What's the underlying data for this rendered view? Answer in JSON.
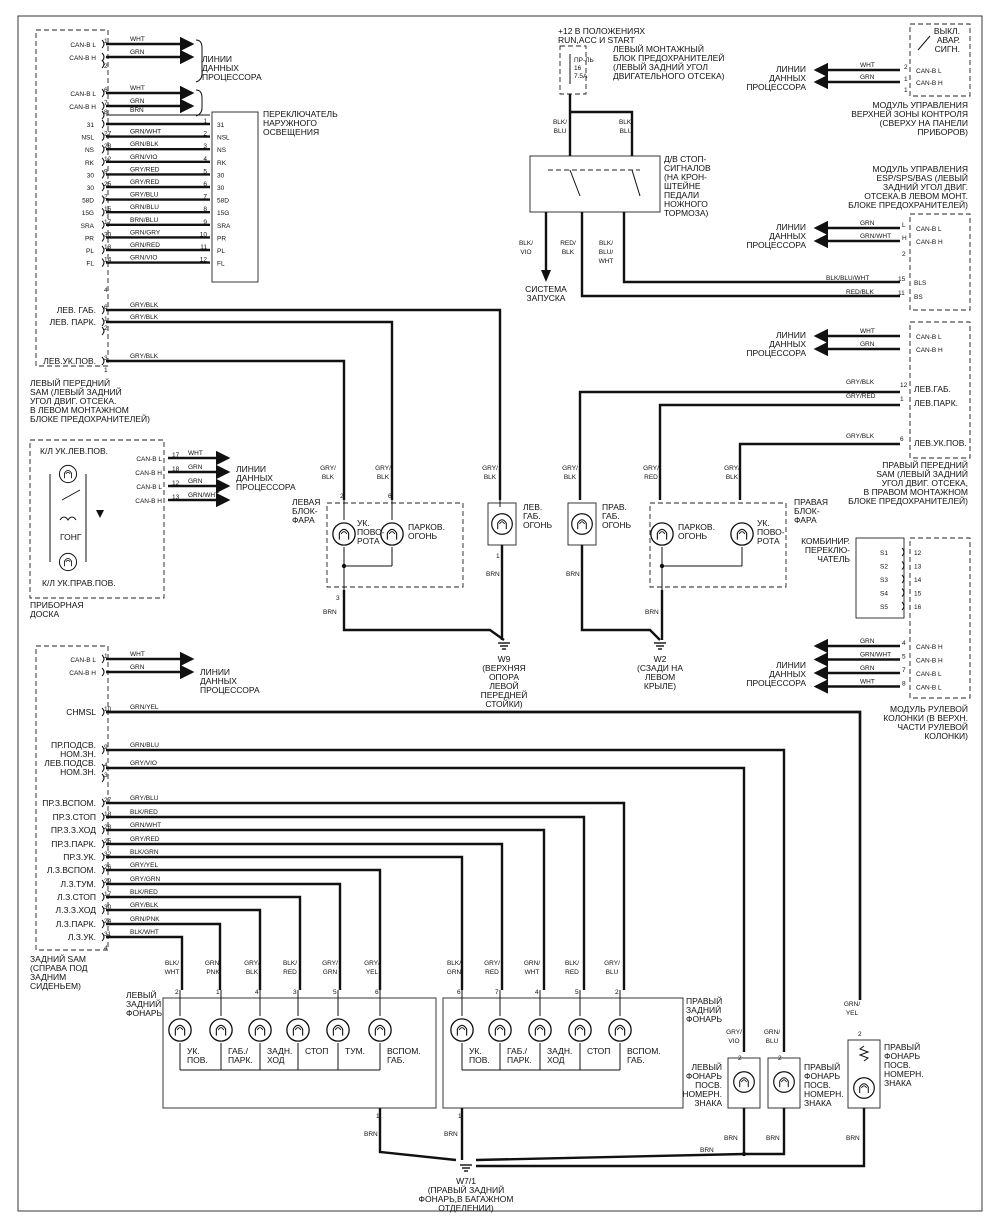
{
  "sam_front_left": {
    "can_rows": [
      {
        "label": "CAN-B L",
        "pin": "1",
        "wire": "WHT"
      },
      {
        "label": "CAN-B H",
        "pin": "",
        "wire": "GRN"
      },
      {
        "label": "",
        "pin": "2",
        "wire": ""
      },
      {
        "label": "CAN-B L",
        "pin": "6",
        "wire": "WHT"
      },
      {
        "label": "CAN-B H",
        "pin": "7",
        "wire": "GRN"
      },
      {
        "label": "",
        "pin": "8",
        "wire": "BRN"
      }
    ],
    "data_lines": "ЛИНИИ\nДАННЫХ\nПРОЦЕССОРА",
    "switch_rows": [
      {
        "label": "31",
        "lpin": "",
        "wire": "",
        "rpin": "1",
        "rlabel": "31"
      },
      {
        "label": "NSL",
        "lpin": "27",
        "wire": "GRN/WHT",
        "rpin": "2",
        "rlabel": "NSL"
      },
      {
        "label": "NS",
        "lpin": "28",
        "wire": "GRN/BLK",
        "rpin": "3",
        "rlabel": "NS"
      },
      {
        "label": "RK",
        "lpin": "12",
        "wire": "GRN/VIO",
        "rpin": "4",
        "rlabel": "RK"
      },
      {
        "label": "30",
        "lpin": "9",
        "wire": "GRY/RED",
        "rpin": "5",
        "rlabel": "30"
      },
      {
        "label": "30",
        "lpin": "25",
        "wire": "GRY/RED",
        "rpin": "6",
        "rlabel": "30"
      },
      {
        "label": "58D",
        "lpin": "2",
        "wire": "GRY/BLU",
        "rpin": "7",
        "rlabel": "58D"
      },
      {
        "label": "15G",
        "lpin": "15",
        "wire": "GRN/BLU",
        "rpin": "8",
        "rlabel": "15G"
      },
      {
        "label": "SRA",
        "lpin": "17",
        "wire": "BRN/BLU",
        "rpin": "9",
        "rlabel": "SRA"
      },
      {
        "label": "PR",
        "lpin": "30",
        "wire": "GRN/GRY",
        "rpin": "10",
        "rlabel": "PR"
      },
      {
        "label": "PL",
        "lpin": "13",
        "wire": "GRN/RED",
        "rpin": "11",
        "rlabel": "PL"
      },
      {
        "label": "FL",
        "lpin": "14",
        "wire": "GRN/VIO",
        "rpin": "12",
        "rlabel": "FL"
      }
    ],
    "switch_title": "ПЕРЕКЛЮЧАТЕЛЬ\nНАРУЖНОГО\nОСВЕЩЕНИЯ",
    "outputs": [
      {
        "label": "ЛЕВ. ГАБ.",
        "pin": "6",
        "wire": "GRY/BLK"
      },
      {
        "label": "ЛЕВ. ПАРК.",
        "pin": "1",
        "wire": "GRY/BLK"
      },
      {
        "label": "",
        "pin": "2",
        "wire": ""
      },
      {
        "label": "ЛЕВ.УК.ПОВ.",
        "pin": "3",
        "wire": "GRY/BLK"
      }
    ],
    "caption": "ЛЕВЫЙ ПЕРЕДНИЙ\nSAM (ЛЕВЫЙ ЗАДНИЙ\nУГОЛ ДВИГ. ОТСЕКА.\nВ ЛЕВОМ МОНТАЖНОМ\nБЛОКЕ ПРЕДОХРАНИТЕЛЕЙ)"
  },
  "dashboard": {
    "lamp_top": "К/Л УК.ЛЕВ.ПОВ.",
    "lamp_bottom": "К/Л УК.ПРАВ.ПОВ.",
    "gong": "ГОНГ",
    "rows": [
      {
        "label": "CAN-B L",
        "pin": "17",
        "wire": "WHT"
      },
      {
        "label": "CAN-B H",
        "pin": "18",
        "wire": "GRN"
      },
      {
        "label": "CAN-B L",
        "pin": "12",
        "wire": "GRN"
      },
      {
        "label": "CAN-B H",
        "pin": "13",
        "wire": "GRN/WHT"
      }
    ],
    "data_lines": "ЛИНИИ\nДАННЫХ\nПРОЦЕССОРА",
    "caption": "ПРИБОРНАЯ\nДОСКА"
  },
  "fuse": {
    "supply": "+12 В ПОЛОЖЕНИЯХ\nRUN,ACC И START",
    "name": "ПР-ЛЬ\n16\n7.5A",
    "caption": "ЛЕВЫЙ МОНТАЖНЫЙ\nБЛОК ПРЕДОХРАНИТЕЛЕЙ\n(ЛЕВЫЙ ЗАДНИЙ УГОЛ\nДВИГАТЕЛЬНОГО ОТСЕКА)",
    "wire_left": "BLK/\nBLU",
    "wire_right": "BLK/\nBLU"
  },
  "brake_switch": {
    "caption": "Д/В СТОП-\nСИГНАЛОВ\n(НА КРОН-\nШТЕЙНЕ\nПЕДАЛИ\nНОЖНОГО\nТОРМОЗА)",
    "wire_a": "BLK/\nVIO",
    "wire_b": "RED/\nBLK",
    "wire_c": "BLK/\nBLU/\nWHT",
    "start_system": "СИСТЕМА\nЗАПУСКА"
  },
  "upper_module": {
    "switch_label": "ВЫКЛ.\nАВАР.\nСИГН.",
    "rows": [
      {
        "wire": "WHT",
        "pin": "2",
        "label": "CAN-B L"
      },
      {
        "wire": "GRN",
        "pin": "1",
        "label": "CAN-B H"
      }
    ],
    "data_lines": "ЛИНИИ\nДАННЫХ\nПРОЦЕССОРА",
    "caption": "МОДУЛЬ УПРАВЛЕНИЯ\nВЕРХНЕЙ ЗОНЫ КОНТРОЛЯ\n(СВЕРХУ НА ПАНЕЛИ\nПРИБОРОВ)"
  },
  "esp_module": {
    "caption": "МОДУЛЬ УПРАВЛЕНИЯ\nESP/SPS/BAS (ЛЕВЫЙ\nЗАДНИЙ УГОЛ ДВИГ.\nОТСЕКА.В ЛЕВОМ МОНТ.\nБЛОКЕ ПРЕДОХРАНИТЕЛЕЙ)",
    "rows": [
      {
        "wire": "GRN",
        "pin": "L",
        "label": "CAN-B L"
      },
      {
        "wire": "GRN/WHT",
        "pin": "H",
        "label": "CAN-B H"
      }
    ],
    "data_lines": "ЛИНИИ\nДАННЫХ\nПРОЦЕССОРА",
    "bls": {
      "wire": "BLK/BLU/WHT",
      "pin": "15",
      "label": "BLS"
    },
    "bs": {
      "wire": "RED/BLK",
      "pin": "11",
      "label": "BS"
    }
  },
  "sam_front_right": {
    "can_rows": [
      {
        "wire": "WHT",
        "pin": "",
        "label": "CAN-B L"
      },
      {
        "wire": "GRN",
        "pin": "",
        "label": "CAN-B H"
      }
    ],
    "data_lines": "ЛИНИИ\nДАННЫХ\nПРОЦЕССОРА",
    "outputs": [
      {
        "wire": "GRY/BLK",
        "pin": "12",
        "label": "ЛЕВ.ГАБ."
      },
      {
        "wire": "GRY/RED",
        "pin": "1",
        "label": "ЛЕВ.ПАРК."
      },
      {
        "wire": "GRY/BLK",
        "pin": "6",
        "label": "ЛЕВ.УК.ПОВ."
      }
    ],
    "caption": "ПРАВЫЙ ПЕРЕДНИЙ\nSAM (ЛЕВЫЙ ЗАДНИЙ\nУГОЛ ДВИГ. ОТСЕКА,\nВ ПРАВОМ МОНТАЖНОМ\nБЛОКЕ ПРЕДОХРАНИТЕЛЕЙ)"
  },
  "headlamp_left": {
    "caption": "ЛЕВАЯ\nБЛОК-\nФАРА",
    "turn": "УК.\nПОВО-\nРОТА",
    "park": "ПАРКОВ.\nОГОНЬ",
    "wire_a": "GRY/\nBLK",
    "wire_b": "GRY/\nBLK",
    "ground_wire": "BRN"
  },
  "side_left": {
    "wire": "GRY/\nBLK",
    "caption": "ЛЕВ.\nГАБ.\nОГОНЬ",
    "ground_wire": "BRN"
  },
  "side_right": {
    "wire": "GRY/\nBLK",
    "caption": "ПРАВ.\nГАБ.\nОГОНЬ",
    "ground_wire": "BRN"
  },
  "headlamp_right": {
    "caption": "ПРАВАЯ\nБЛОК-\nФАРА",
    "park": "ПАРКОВ.\nОГОНЬ",
    "turn": "УК.\nПОВО-\nРОТА",
    "wire_a": "GRY/\nRED",
    "wire_b": "GRY/\nBLK",
    "ground_wire": "BRN"
  },
  "ground_w9": "W9\n(ВЕРХНЯЯ\nОПОРА\nЛЕВОЙ\nПЕРЕДНЕЙ\nСТОЙКИ)",
  "ground_w2": "W2\n(СЗАДИ НА\nЛЕВОМ\nКРЫЛЕ)",
  "combo_switch": {
    "caption": "КОМБИНИР.\nПЕРЕКЛЮ-\nЧАТЕЛЬ",
    "rows": [
      {
        "label": "S1",
        "pin": "12"
      },
      {
        "label": "S2",
        "pin": "13"
      },
      {
        "label": "S3",
        "pin": "14"
      },
      {
        "label": "S4",
        "pin": "15"
      },
      {
        "label": "S5",
        "pin": "16"
      }
    ]
  },
  "steering_module": {
    "rows": [
      {
        "wire": "GRN",
        "pin": "4",
        "label": "CAN-B H"
      },
      {
        "wire": "GRN/WHT",
        "pin": "5",
        "label": "CAN-B H"
      },
      {
        "wire": "GRN",
        "pin": "7",
        "label": "CAN-B L"
      },
      {
        "wire": "WHT",
        "pin": "8",
        "label": "CAN-B L"
      }
    ],
    "data_lines": "ЛИНИИ\nДАННЫХ\nПРОЦЕССОРА",
    "caption": "МОДУЛЬ РУЛЕВОЙ\nКОЛОНКИ (В ВЕРХН.\nЧАСТИ РУЛЕВОЙ\nКОЛОНКИ)"
  },
  "rear_sam": {
    "can_rows": [
      {
        "label": "CAN-B L",
        "pin": "1",
        "wire": "WHT"
      },
      {
        "label": "CAN-B H",
        "pin": "",
        "wire": "GRN"
      }
    ],
    "data_lines": "ЛИНИИ\nДАННЫХ\nПРОЦЕССОРА",
    "rows": [
      {
        "label": "CHMSL",
        "pin": "10",
        "wire": "GRN/YEL"
      },
      {
        "label": "ПР.ПОДСВ.\nНОМ.ЗН.",
        "pin": "9",
        "wire": "GRN/BLU"
      },
      {
        "label": "ЛЕВ.ПОДСВ.\nНОМ.ЗН.",
        "pin": "4",
        "wire": "GRY/VIO"
      },
      {
        "label": "",
        "pin": "3",
        "wire": ""
      },
      {
        "label": "ПР.З.ВСПОМ.",
        "pin": "27",
        "wire": "GRY/BLU"
      },
      {
        "label": "ПР.З.СТОП",
        "pin": "18",
        "wire": "BLK/RED"
      },
      {
        "label": "ПР.З.З.ХОД",
        "pin": "28",
        "wire": "GRN/WHT"
      },
      {
        "label": "ПР.З.ПАРК.",
        "pin": "25",
        "wire": "GRY/RED"
      },
      {
        "label": "ПР.З.УК.",
        "pin": "32",
        "wire": "BLK/GRN"
      },
      {
        "label": "Л.З.ВСПОМ.",
        "pin": "26",
        "wire": "GRY/YEL"
      },
      {
        "label": "Л.З.ТУМ.",
        "pin": "29",
        "wire": "GRY/GRN"
      },
      {
        "label": "Л.З.СТОП",
        "pin": "17",
        "wire": "BLK/RED"
      },
      {
        "label": "Л.З.З.ХОД",
        "pin": "30",
        "wire": "GRY/BLK"
      },
      {
        "label": "Л.З.ПАРК.",
        "pin": "24",
        "wire": "GRN/PNK"
      },
      {
        "label": "Л.З.УК.",
        "pin": "31",
        "wire": "BLK/WHT"
      }
    ],
    "caption": "ЗАДНИЙ SAM\n(СПРАВА ПОД\nЗАДНИМ\nСИДЕНЬЕМ)"
  },
  "tail_left": {
    "caption": "ЛЕВЫЙ\nЗАДНИЙ\nФОНАРЬ",
    "lamps": [
      {
        "wire": "BLK/\nWHT",
        "pin": "2",
        "label": "УК.\nПОВ."
      },
      {
        "wire": "GRN/\nPNK",
        "pin": "1",
        "label": "ГАБ./\nПАРК."
      },
      {
        "wire": "GRY/\nBLK",
        "pin": "4",
        "label": "ЗАДН.\nХОД"
      },
      {
        "wire": "BLK/\nRED",
        "pin": "3",
        "label": "СТОП"
      },
      {
        "wire": "GRY/\nGRN",
        "pin": "5",
        "label": "ТУМ."
      },
      {
        "wire": "GRY/\nYEL",
        "pin": "6",
        "label": "ВСПОМ.\nГАБ."
      }
    ],
    "ground_pin": "1",
    "ground_wire": "BRN"
  },
  "tail_right": {
    "caption": "ПРАВЫЙ\nЗАДНИЙ\nФОНАРЬ",
    "lamps": [
      {
        "wire": "BLK/\nGRN",
        "pin": "6",
        "label": "УК.\nПОВ."
      },
      {
        "wire": "GRY/\nRED",
        "pin": "7",
        "label": "ГАБ./\nПАРК."
      },
      {
        "wire": "GRN/\nWHT",
        "pin": "4",
        "label": "ЗАДН.\nХОД"
      },
      {
        "wire": "BLK/\nRED",
        "pin": "5",
        "label": "СТОП"
      },
      {
        "wire": "GRY/\nBLU",
        "pin": "2",
        "label": "ВСПОМ.\nГАБ."
      }
    ],
    "ground_pin": "1",
    "ground_wire": "BRN"
  },
  "plate_left": {
    "wire": "GRY/\nVIO",
    "pin": "2",
    "caption": "ЛЕВЫЙ\nФОНАРЬ\nПОСВ.\nНОМЕРН.\nЗНАКА",
    "ground_wire": "BRN"
  },
  "plate_right": {
    "wire": "GRN/\nBLU",
    "pin": "2",
    "caption": "ПРАВЫЙ\nФОНАРЬ\nПОСВ.\nНОМЕРН.\nЗНАКА",
    "ground_wire": "BRN"
  },
  "chmsl_lamp": {
    "wire": "GRN/\nYEL",
    "pin": "2",
    "caption": "ПРАВЫЙ\nФОНАРЬ\nПОСВ.\nНОМЕРН.\nЗНАКА",
    "ground_wire": "BRN"
  },
  "ground_w7": "W7/1\n(ПРАВЫЙ ЗАДНИЙ\nФОНАРЬ,В БАГАЖНОМ\nОТДЕЛЕНИИ)",
  "ground_w7_wire": "BRN"
}
